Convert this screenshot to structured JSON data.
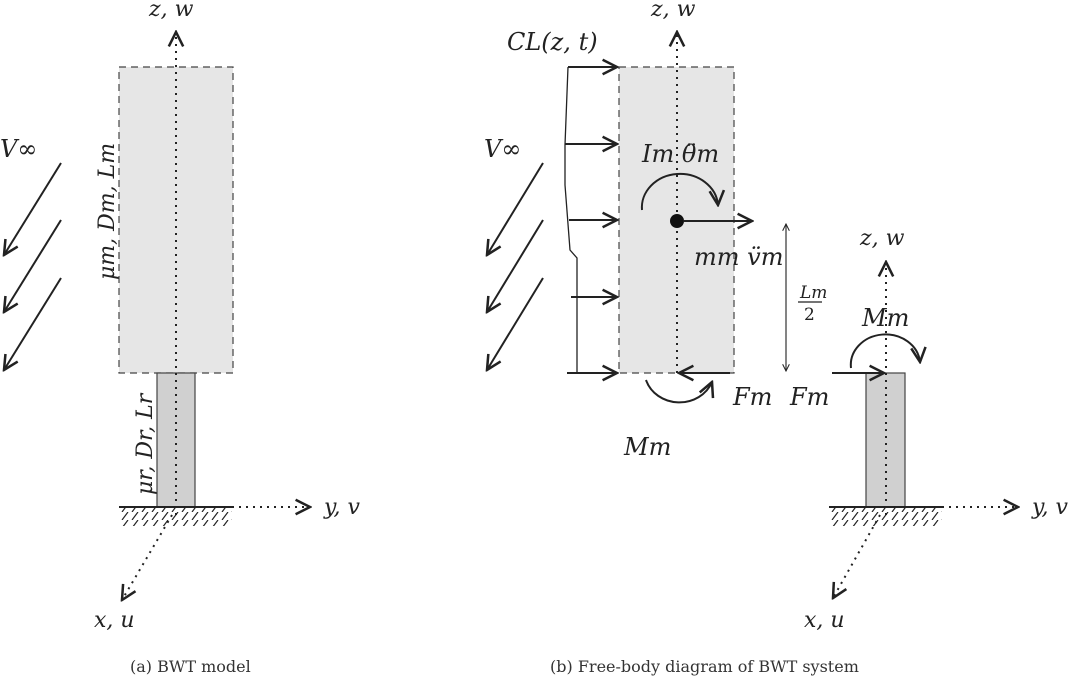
{
  "panel_a": {
    "caption": "(a) BWT model",
    "axis_z": "z, w",
    "axis_y": "y, v",
    "axis_x": "x, u",
    "wind_label": "V∞",
    "monopile_label": "μm, Dm, Lm",
    "rotor_label": "μr, Dr, Lr"
  },
  "panel_b": {
    "caption": "(b) Free-body diagram of BWT system",
    "axis_z": "z, w",
    "axis_y": "y, v",
    "axis_x": "x, u",
    "wind_label": "V∞",
    "load_label": "CL(z, t)",
    "inertia_moment_label": "Im θ̈m",
    "inertia_force_label": "mm v̈m",
    "half_length_num": "Lm",
    "half_length_den": "2",
    "force_left": "Fm",
    "force_right": "Fm",
    "moment_bottom": "Mm",
    "moment_top": "Mm"
  },
  "colors": {
    "upper_body_fill": "#e6e6e6",
    "lower_body_fill": "#d0d0d0",
    "line": "#222222"
  }
}
